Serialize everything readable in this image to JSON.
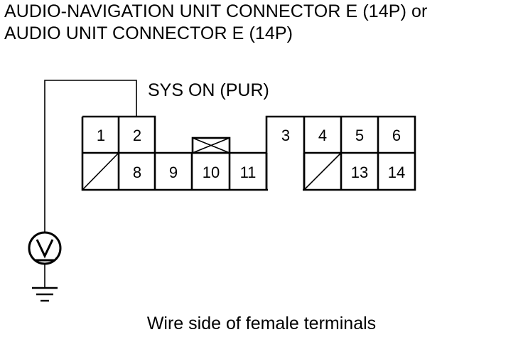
{
  "title": {
    "line1": "AUDIO-NAVIGATION UNIT CONNECTOR E (14P) or",
    "line2": "AUDIO UNIT CONNECTOR E (14P)"
  },
  "wire_label": "SYS ON (PUR)",
  "caption": "Wire side of female terminals",
  "connector": {
    "top_row": [
      "1",
      "2",
      "3",
      "4",
      "5",
      "6"
    ],
    "bottom_row": [
      "8",
      "9",
      "10",
      "11",
      "13",
      "14"
    ],
    "empty_cavities": [
      "left-bottom-1",
      "right-bottom-1"
    ],
    "locking_tab": "x-marked"
  },
  "meter": {
    "symbol": "voltmeter-icon",
    "ground": "ground-icon"
  }
}
